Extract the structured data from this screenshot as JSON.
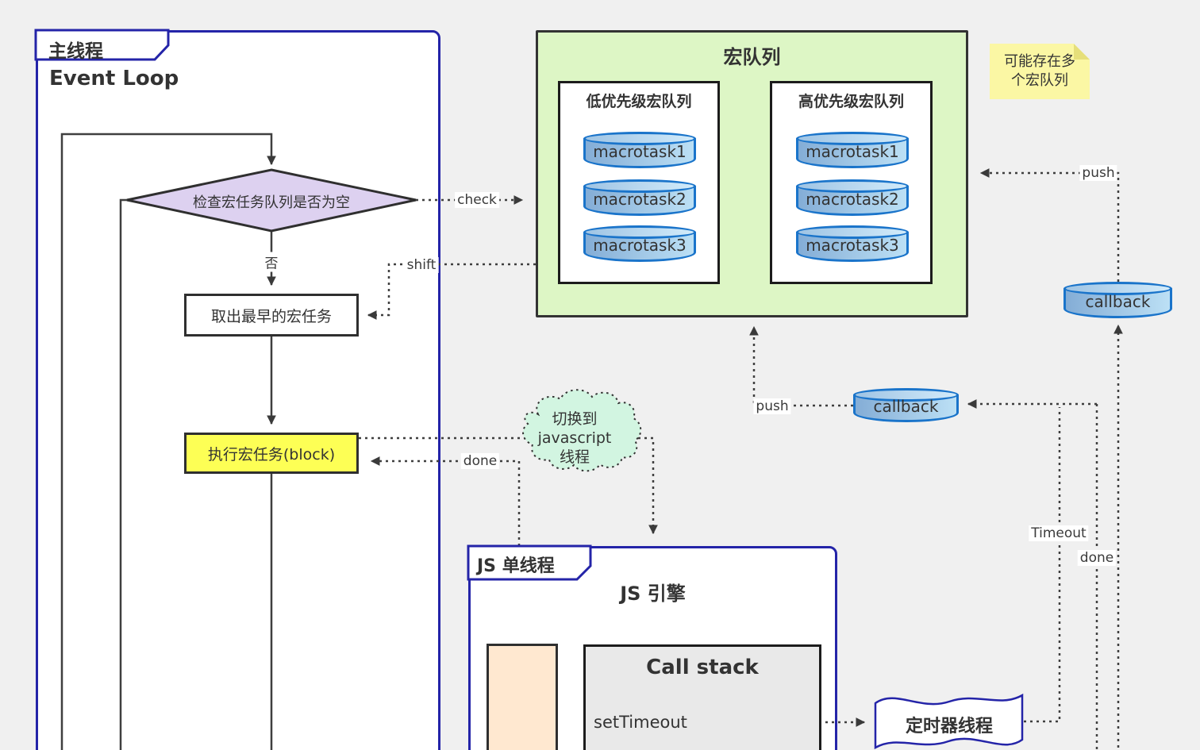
{
  "main_thread": {
    "tab": "主线程",
    "title": "Event Loop",
    "check_diamond": "检查宏任务队列是否为空",
    "no": "否",
    "dequeue": "取出最早的宏任务",
    "execute": "执行宏任务(block)"
  },
  "macro_queue": {
    "title": "宏队列",
    "low": {
      "title": "低优先级宏队列",
      "tasks": [
        "macrotask1",
        "macrotask2",
        "macrotask3"
      ]
    },
    "high": {
      "title": "高优先级宏队列",
      "tasks": [
        "macrotask1",
        "macrotask2",
        "macrotask3"
      ]
    }
  },
  "sticky_note": {
    "lines": [
      "可能存在多",
      "个宏队列"
    ]
  },
  "cloud": {
    "lines": [
      "切换到",
      "javascript",
      "线程"
    ]
  },
  "js_thread": {
    "tab": "JS 单线程",
    "engine": "JS 引擎",
    "call_stack": "Call stack",
    "set_timeout": "setTimeout"
  },
  "timer_thread": "定时器线程",
  "callback_top": "callback",
  "callback_mid": "callback",
  "labels": {
    "check": "check",
    "shift": "shift",
    "done_exec": "done",
    "push_queue": "push",
    "push_top": "push",
    "timeout": "Timeout",
    "done_right": "done"
  },
  "colors": {
    "container_border": "#2424a8",
    "macro_queue_bg": "#ddf6c5",
    "diamond_fill": "#ddd1f0",
    "task_yellow": "#fdff55",
    "cylinder_border": "#1a74ca",
    "cloud_fill": "#d2f5e1",
    "sticky_fill": "#fbf7a4",
    "peach_fill": "#ffe8d0",
    "stack_gray": "#e9e9e9"
  }
}
